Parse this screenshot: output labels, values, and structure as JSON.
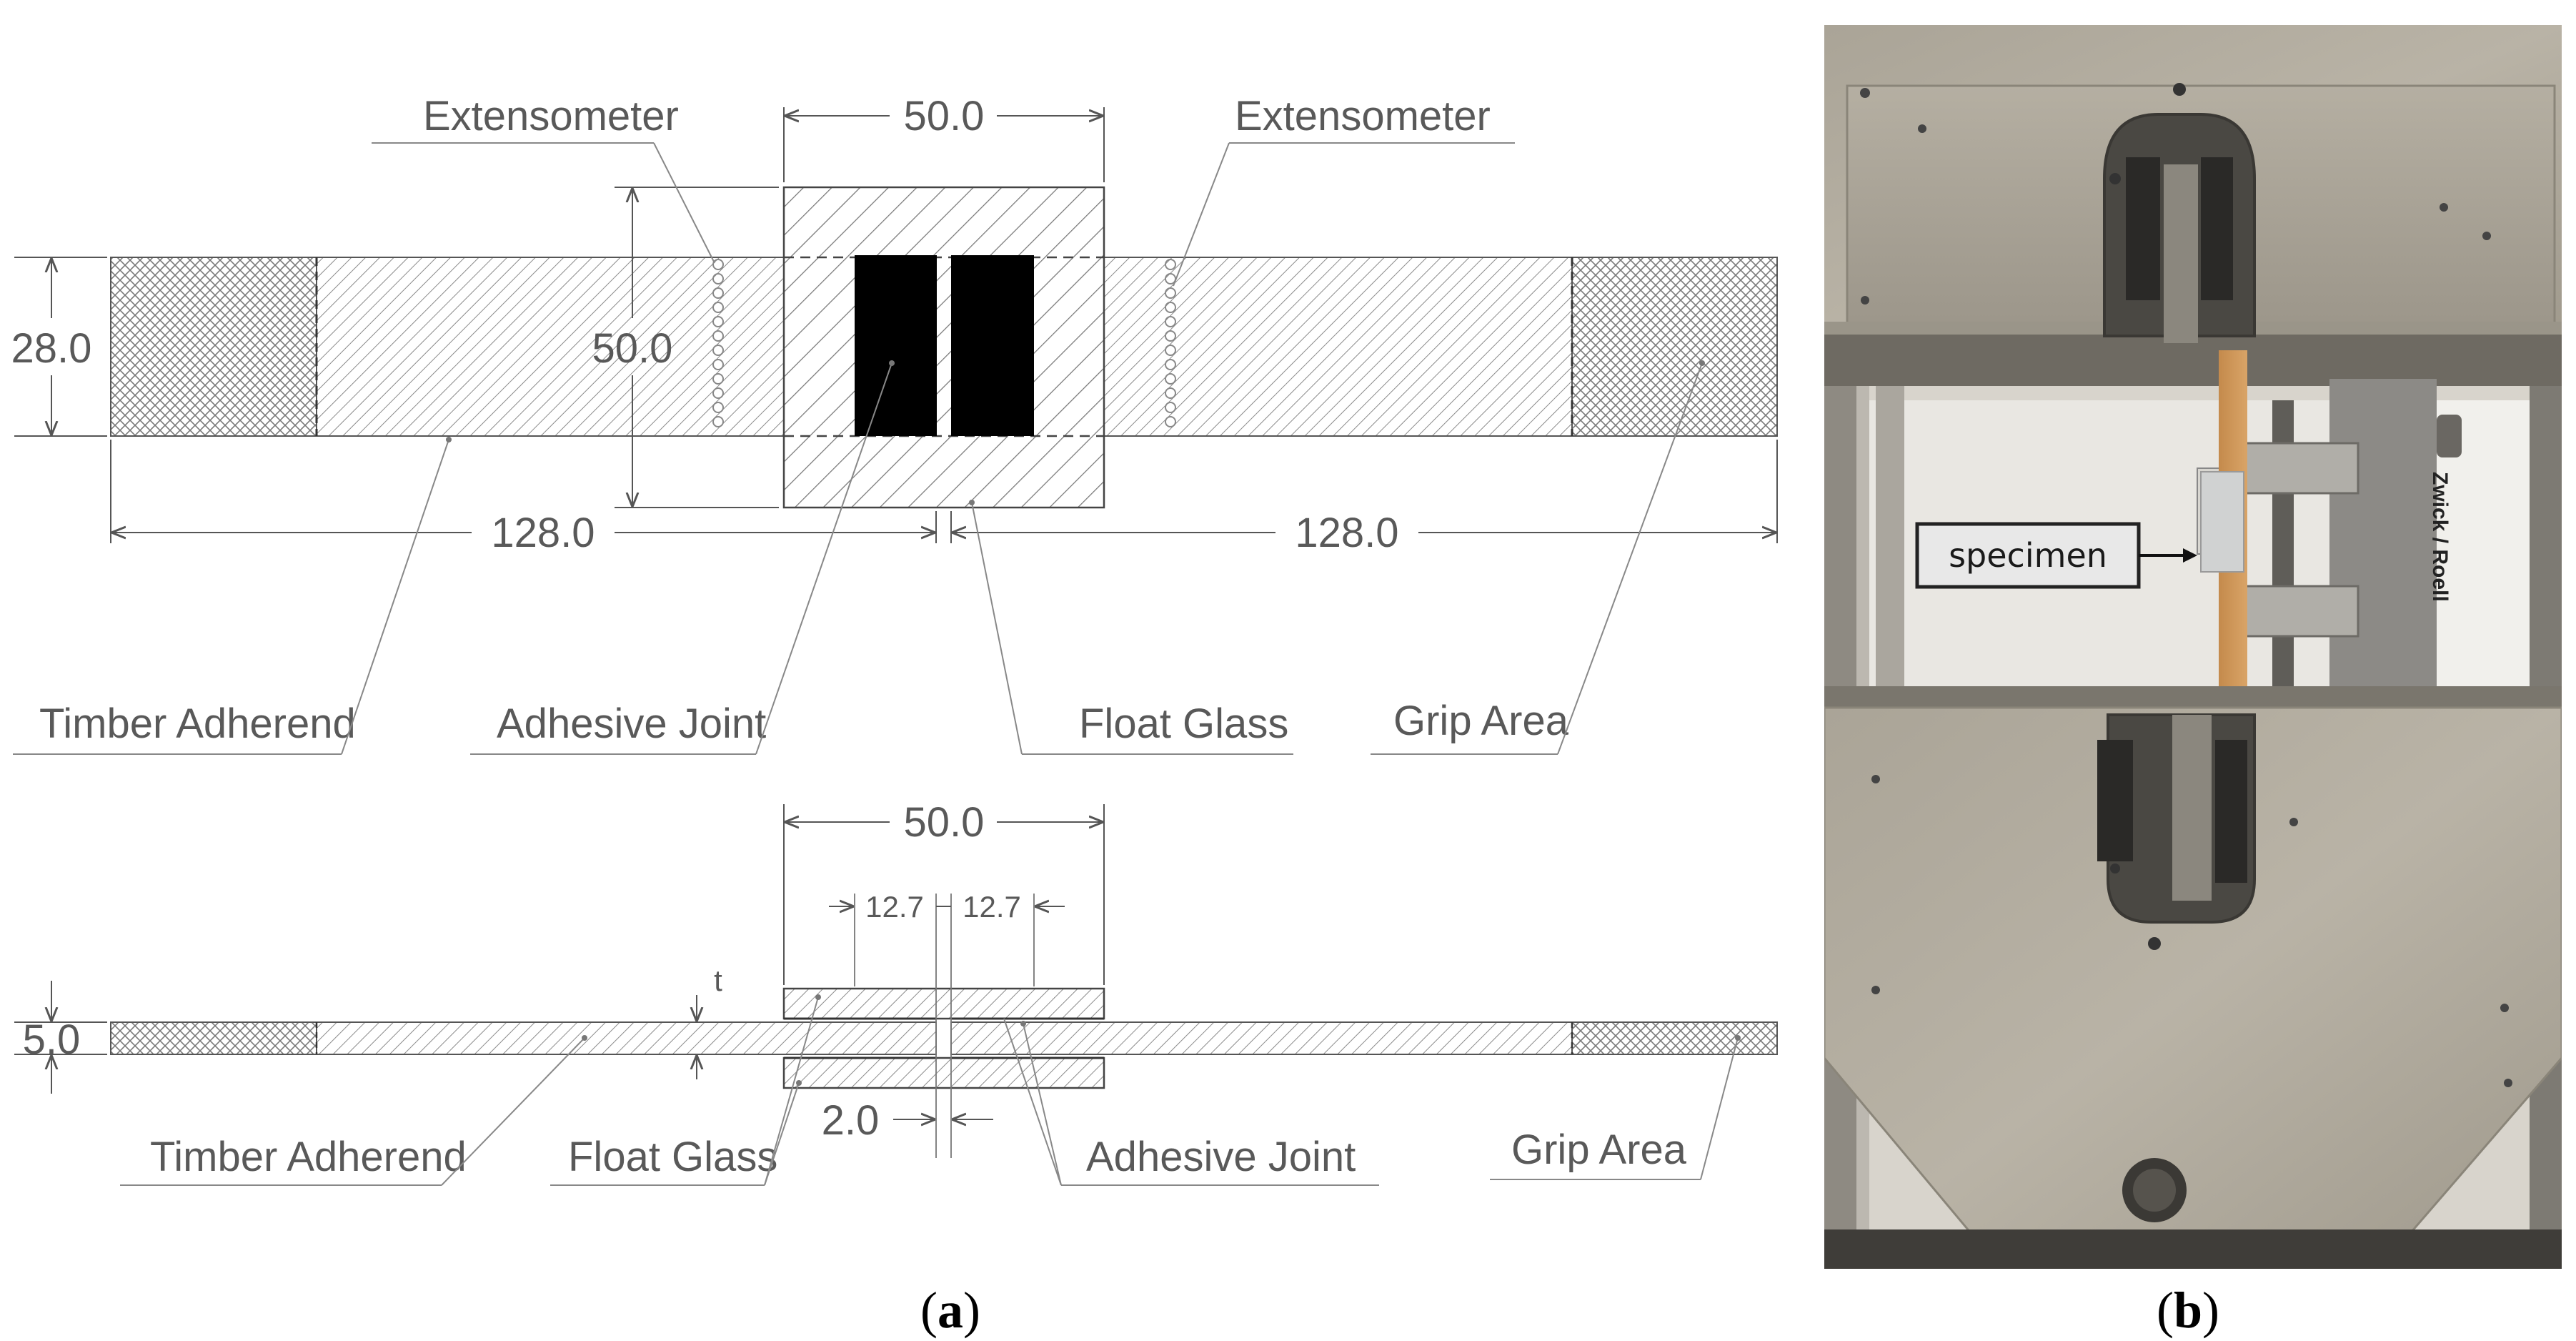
{
  "drawing_top": {
    "label_extensometer_left": "Extensometer",
    "label_extensometer_right": "Extensometer",
    "dim_top_width": "50.0",
    "dim_height_adherend": "28.0",
    "dim_height_glass": "50.0",
    "dim_length_left": "128.0",
    "dim_length_right": "128.0",
    "label_timber_adherend": "Timber Adherend",
    "label_adhesive_joint": "Adhesive Joint",
    "label_float_glass": "Float Glass",
    "label_grip_area": "Grip Area"
  },
  "drawing_side": {
    "dim_width": "50.0",
    "dim_left_overlap": "12.7",
    "dim_right_overlap": "12.7",
    "dim_thickness_symbol": "t",
    "dim_thickness": "5.0",
    "dim_gap": "2.0",
    "label_timber_adherend": "Timber Adherend",
    "label_float_glass": "Float Glass",
    "label_adhesive_joint": "Adhesive Joint",
    "label_grip_area": "Grip Area"
  },
  "photo": {
    "brand_text": "Zwick / Roell",
    "specimen_label": "specimen"
  },
  "captions": {
    "a_open": "(",
    "a_letter": "a",
    "a_close": ")",
    "b_open": "(",
    "b_letter": "b",
    "b_close": ")"
  }
}
